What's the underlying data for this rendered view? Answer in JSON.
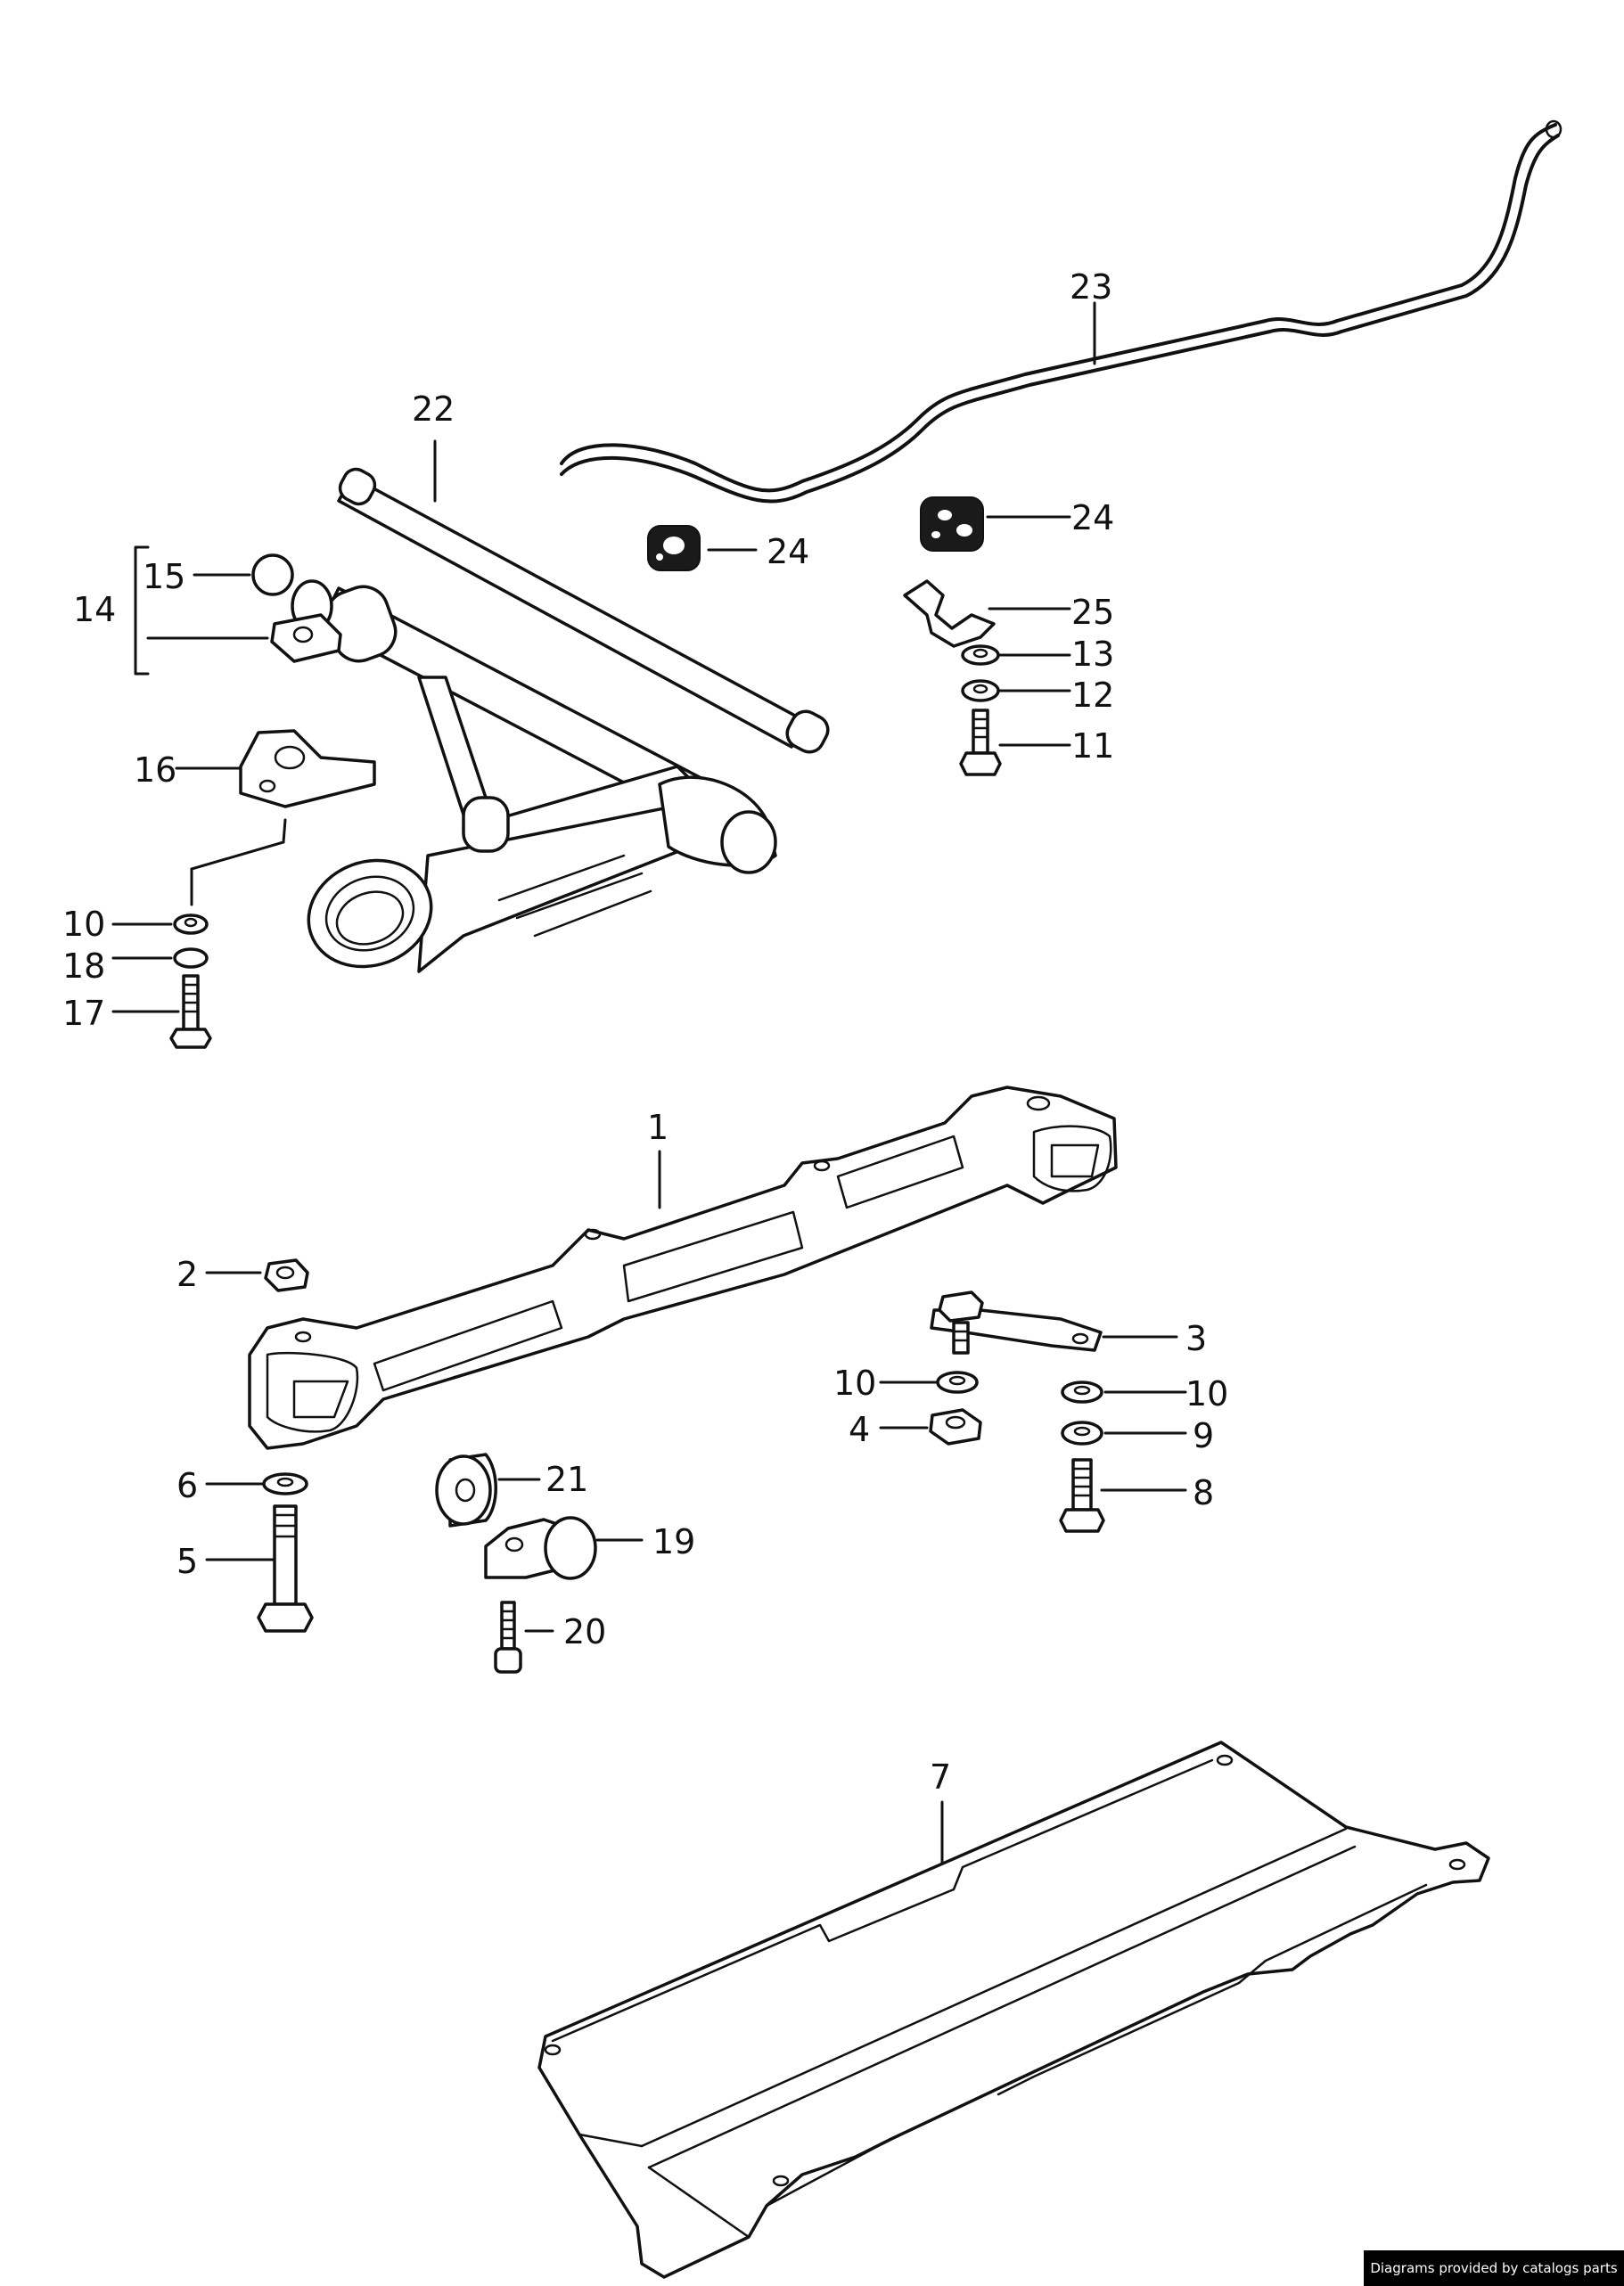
{
  "callouts": {
    "c1": "1",
    "c2": "2",
    "c3": "3",
    "c4": "4",
    "c5": "5",
    "c6": "6",
    "c7": "7",
    "c8": "8",
    "c9": "9",
    "c10a": "10",
    "c10b": "10",
    "c10c": "10",
    "c11": "11",
    "c12": "12",
    "c13": "13",
    "c14": "14",
    "c15": "15",
    "c16": "16",
    "c17": "17",
    "c18": "18",
    "c19": "19",
    "c20": "20",
    "c21": "21",
    "c22": "22",
    "c23": "23",
    "c24a": "24",
    "c24b": "24",
    "c25": "25"
  },
  "footer": {
    "credit": "Diagrams provided by catalogs parts"
  }
}
